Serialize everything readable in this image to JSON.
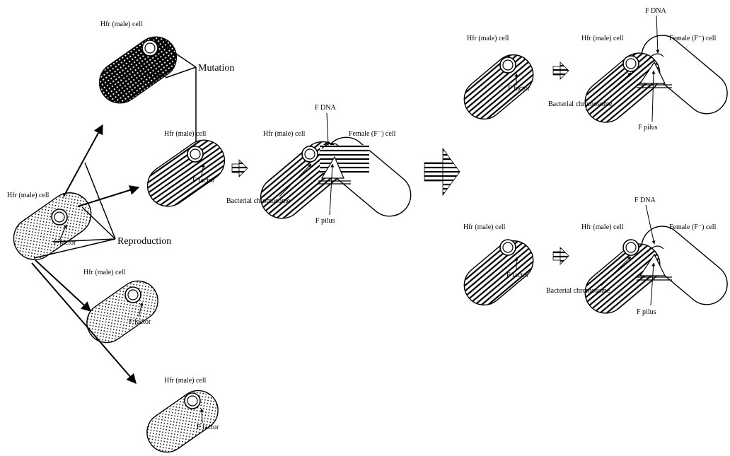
{
  "labels": {
    "hfr_male_cell": "Hfr (male) cell",
    "f_factor": "F factor",
    "mutation": "Mutation",
    "reproduction": "Reproduction",
    "f_dna": "F DNA",
    "female_cell": "Female (F⁻) cell",
    "bacterial_chromosome": "Bacterial chromosome",
    "f_pilus": "F pilus"
  }
}
